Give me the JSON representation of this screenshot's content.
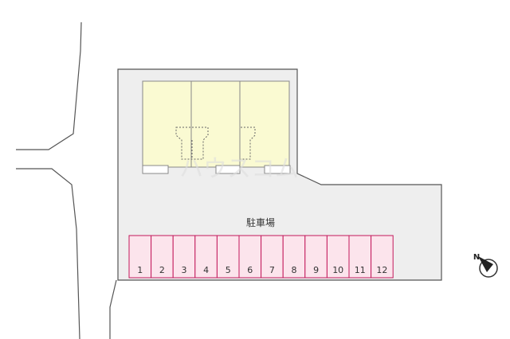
{
  "parking_label": "駐車場",
  "north_label": "N",
  "watermark": "ハウスコム",
  "parking_spaces": [
    "1",
    "2",
    "3",
    "4",
    "5",
    "6",
    "7",
    "8",
    "9",
    "10",
    "11",
    "12"
  ],
  "colors": {
    "road_line": "#555555",
    "site_fill": "#eeeeee",
    "site_stroke": "#555555",
    "building_fill": "#fafad2",
    "building_stroke": "#888888",
    "parking_fill": "#fce4ec",
    "parking_stroke": "#c2185b",
    "text": "#333333"
  }
}
